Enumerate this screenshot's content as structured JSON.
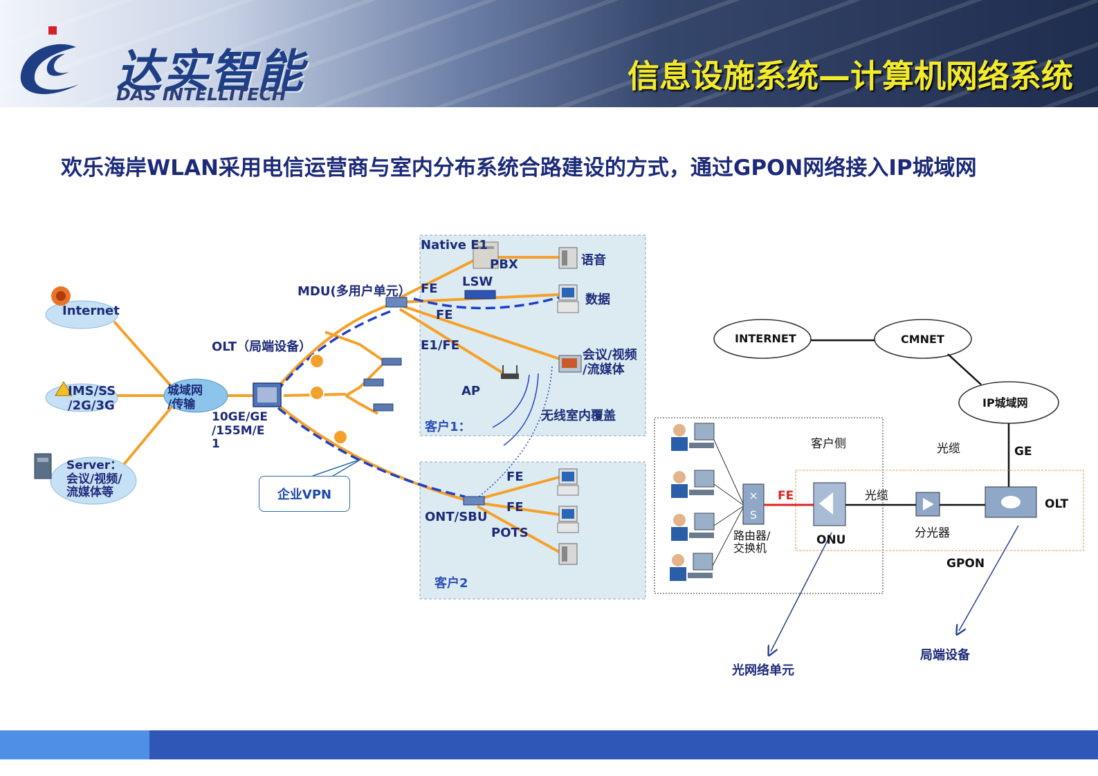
{
  "header": {
    "brand_cn": "达实智能",
    "brand_en": "DAS INTELLITECH",
    "title": "信息设施系统—计算机网络系统"
  },
  "headline": "欢乐海岸WLAN采用电信运营商与室内分布系统合路建设的方式，通过GPON网络接入IP城域网",
  "left_diagram": {
    "internet": "Internet",
    "ims": "IMS/SS\n/2G/3G",
    "server": "Server：\n会议/视频/\n流媒体等",
    "metro": "城域网\n/传输",
    "olt": "OLT（局端设备）",
    "olt_rate": "10GE/GE\n/155M/E\n1",
    "vpn": "企业VPN",
    "mdu": "MDU(多用户单元）",
    "native_e1": "Native E1",
    "pbx": "PBX",
    "lsw": "LSW",
    "fe_1": "FE",
    "fe_2": "FE",
    "e1_fe": "E1/FE",
    "ap": "AP",
    "voice": "语音",
    "data": "数据",
    "conference": "会议/视频\n/流媒体",
    "wireless": "无线室内覆盖",
    "customer1": "客户1：",
    "ont": "ONT/SBU",
    "fe_3": "FE",
    "fe_4": "FE",
    "pots": "POTS",
    "customer2": "客户2"
  },
  "right_diagram": {
    "internet": "INTERNET",
    "cmnet": "CMNET",
    "ip_metro": "IP城域网",
    "customer_side": "客户侧",
    "cable_top": "光缆",
    "ge": "GE",
    "fe": "FE",
    "cable": "光缆",
    "olt": "OLT",
    "router": "路由器/\n交换机",
    "onu": "ONU",
    "splitter": "分光器",
    "gpon": "GPON",
    "onu_caption": "光网络单元",
    "olt_caption": "局端设备"
  },
  "colors": {
    "orange_line": "#f5a02a",
    "vpn_dash": "#1f3fc9",
    "navy_text": "#1c2a78",
    "fe_red": "#e02020"
  }
}
